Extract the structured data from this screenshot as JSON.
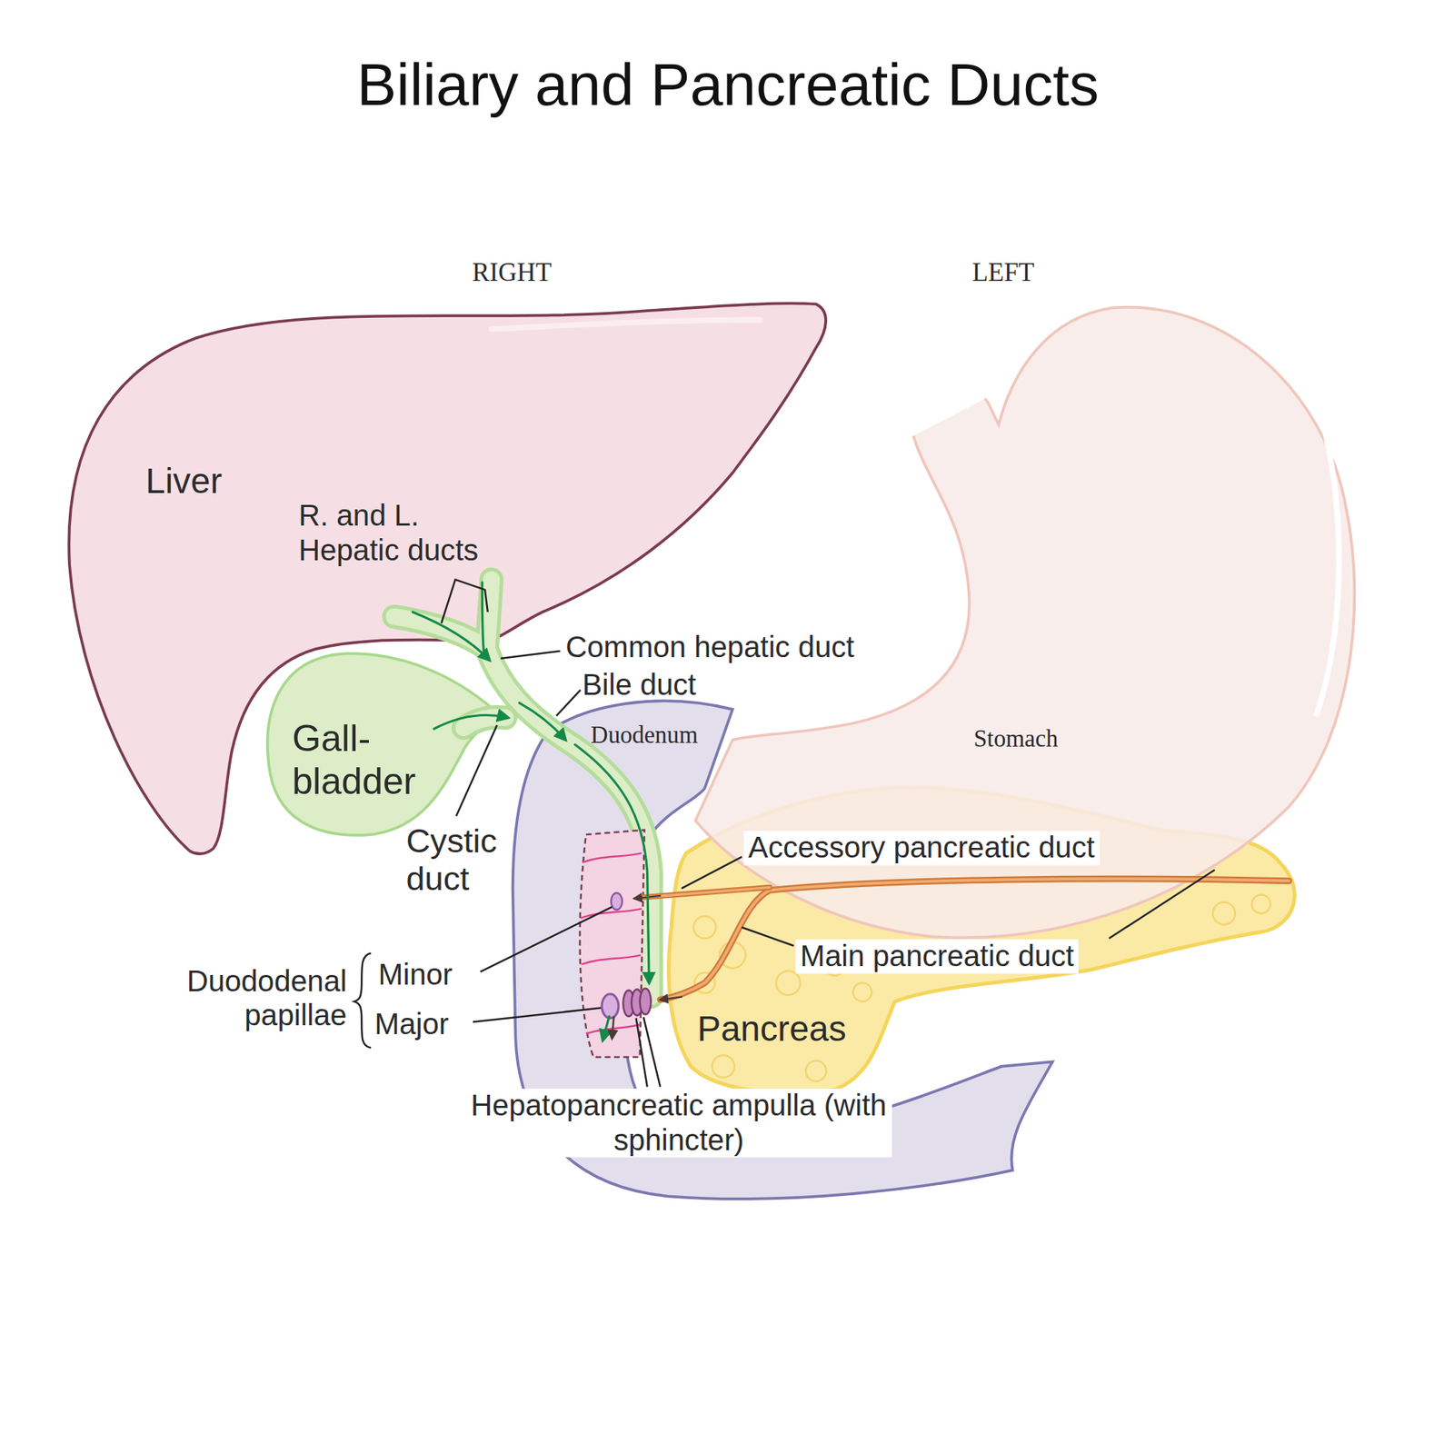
{
  "diagram": {
    "title": "Biliary and Pancreatic Ducts",
    "labels": [
      "RIGHT",
      "LEFT",
      "Liver",
      "R. and L. Hepatic ducts",
      "Common hepatic duct",
      "Bile duct",
      "Gall- bladder",
      "Duodenum",
      "Stomach",
      "Cystic duct",
      "Accessory pancreatic duct",
      "Main pancreatic duct",
      "Duododenal papillae",
      "Minor",
      "Major",
      "Pancreas",
      "Hepatopancreatic ampulla (with sphincter)"
    ]
  }
}
